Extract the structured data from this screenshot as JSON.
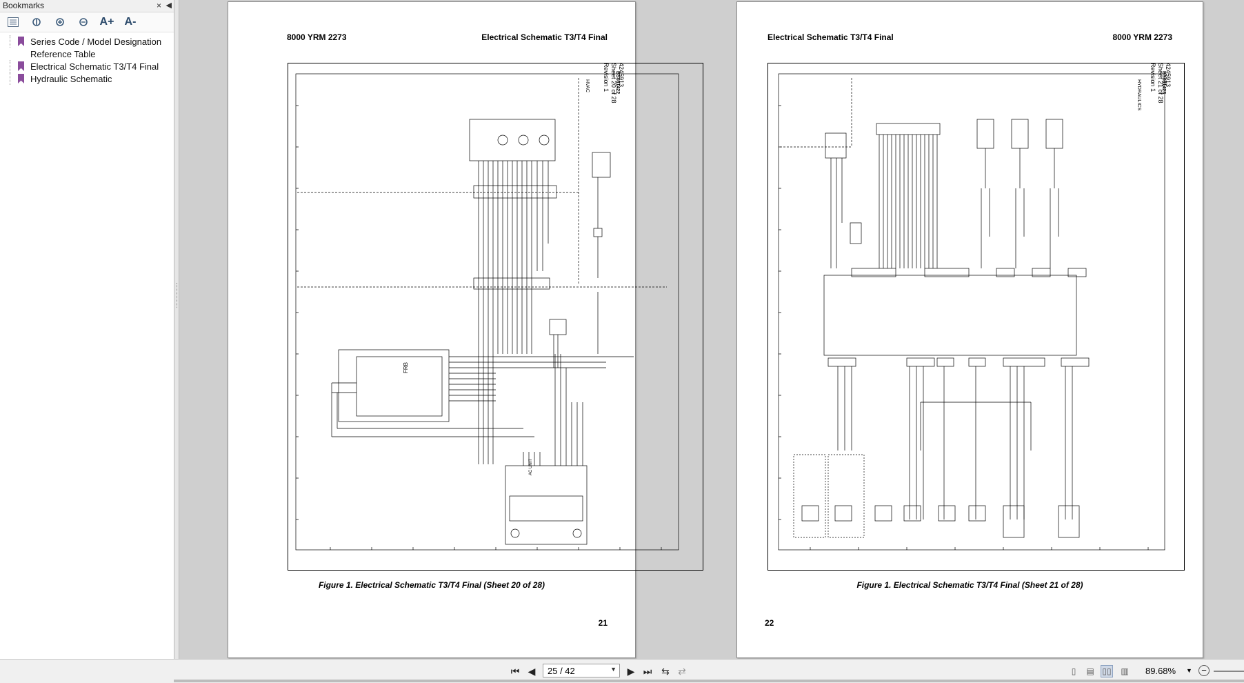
{
  "bookmarks_panel": {
    "title": "Bookmarks",
    "toolbar_icons": [
      "options-list-icon",
      "bookmark-expand-icon",
      "bookmark-add-icon",
      "bookmark-delete-icon",
      "font-increase-icon",
      "font-decrease-icon"
    ],
    "font_increase_label": "A+",
    "font_decrease_label": "A-",
    "items": [
      {
        "label": "Series Code / Model Designation",
        "sub": "Reference Table"
      },
      {
        "label": "Electrical Schematic T3/T4 Final"
      },
      {
        "label": "Hydraulic Schematic"
      }
    ]
  },
  "left_page": {
    "doc_code": "8000 YRM 2273",
    "title": "Electrical Schematic T3/T4 Final",
    "sheet_number": "4245913",
    "sheet_of": "Sheet 20 of 28",
    "revision": "Revision 1",
    "drawing_code": "BS081422",
    "section_label": "HVAC",
    "caption": "Figure 1. Electrical Schematic T3/T4 Final (Sheet 20 of 28)",
    "page_number": "21",
    "component_labels": [
      "AC UNIT",
      "FRB"
    ]
  },
  "right_page": {
    "doc_code": "8000 YRM 2273",
    "title": "Electrical Schematic T3/T4 Final",
    "sheet_number": "4245913",
    "sheet_of": "Sheet 21 of 28",
    "revision": "Revision 1",
    "drawing_code": "BS081423",
    "section_label": "HYDRAULICS",
    "caption": "Figure 1. Electrical Schematic T3/T4 Final (Sheet 21 of 28)",
    "page_number": "22"
  },
  "statusbar": {
    "page_field": "25 / 42",
    "zoom": "89.68%",
    "nav_icons": [
      "first-page-icon",
      "previous-page-icon",
      "next-page-icon",
      "last-page-icon"
    ],
    "view_icons": [
      "single-page-view-icon",
      "continuous-view-icon",
      "two-page-view-icon",
      "continuous-two-page-view-icon"
    ]
  },
  "colors": {
    "bookmark_ribbon": "#8a4c9c",
    "viewer_background": "#cfcfcf"
  }
}
